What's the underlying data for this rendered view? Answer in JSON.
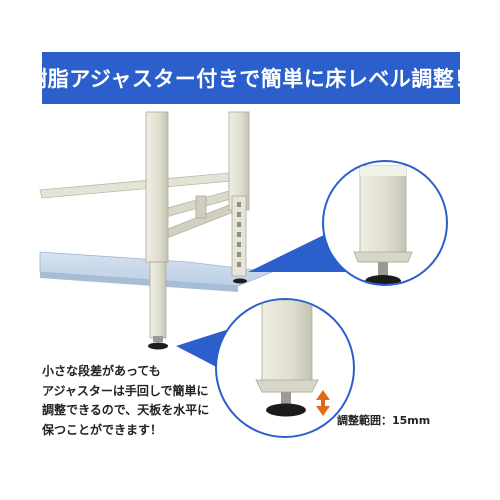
{
  "banner": {
    "title": "樹脂アジャスター付きで簡単に床レベル調整！",
    "color": "#2b5fcc"
  },
  "caption": {
    "lines": [
      "小さな段差があっても",
      "アジャスターは手回しで簡単に",
      "調整できるので、天板を水平に",
      "保つことができます！"
    ]
  },
  "adjust_range": {
    "label": "調整範囲：15mm"
  },
  "colors": {
    "frame": "#deddcf",
    "frame_shade": "#c8c7b8",
    "shelf_top": "#c9d8ea",
    "shelf_edge": "#a7bdd6",
    "callout_bg": "#2b5fcc",
    "arrow": "#e06a1a"
  },
  "icons": [
    "updown-arrow-icon"
  ]
}
